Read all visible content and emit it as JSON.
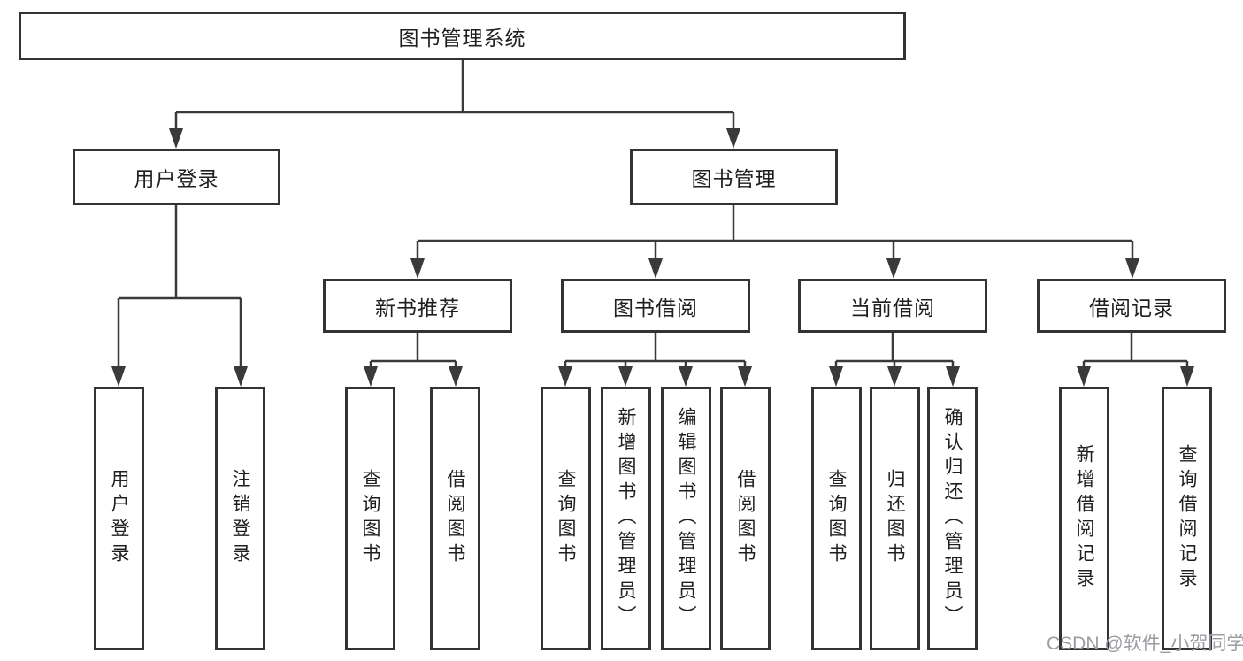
{
  "colors": {
    "line": "#3a3a3a",
    "border": "#333333",
    "text": "#1f1f1f",
    "watermark": "#9c9ca2",
    "background": "#ffffff"
  },
  "tree": {
    "root": {
      "label": "图书管理系统",
      "children": [
        {
          "label": "用户登录",
          "children": [
            {
              "label": "用户登录"
            },
            {
              "label": "注销登录"
            }
          ]
        },
        {
          "label": "图书管理",
          "children": [
            {
              "label": "新书推荐",
              "children": [
                {
                  "label": "查询图书"
                },
                {
                  "label": "借阅图书"
                }
              ]
            },
            {
              "label": "图书借阅",
              "children": [
                {
                  "label": "查询图书"
                },
                {
                  "label": "新增图书（管理员）"
                },
                {
                  "label": "编辑图书（管理员）"
                },
                {
                  "label": "借阅图书"
                }
              ]
            },
            {
              "label": "当前借阅",
              "children": [
                {
                  "label": "查询图书"
                },
                {
                  "label": "归还图书"
                },
                {
                  "label": "确认归还（管理员）"
                }
              ]
            },
            {
              "label": "借阅记录",
              "children": [
                {
                  "label": "新增借阅记录"
                },
                {
                  "label": "查询借阅记录"
                }
              ]
            }
          ]
        }
      ]
    }
  },
  "watermark": {
    "text": "CSDN @软件_小贺同学"
  }
}
